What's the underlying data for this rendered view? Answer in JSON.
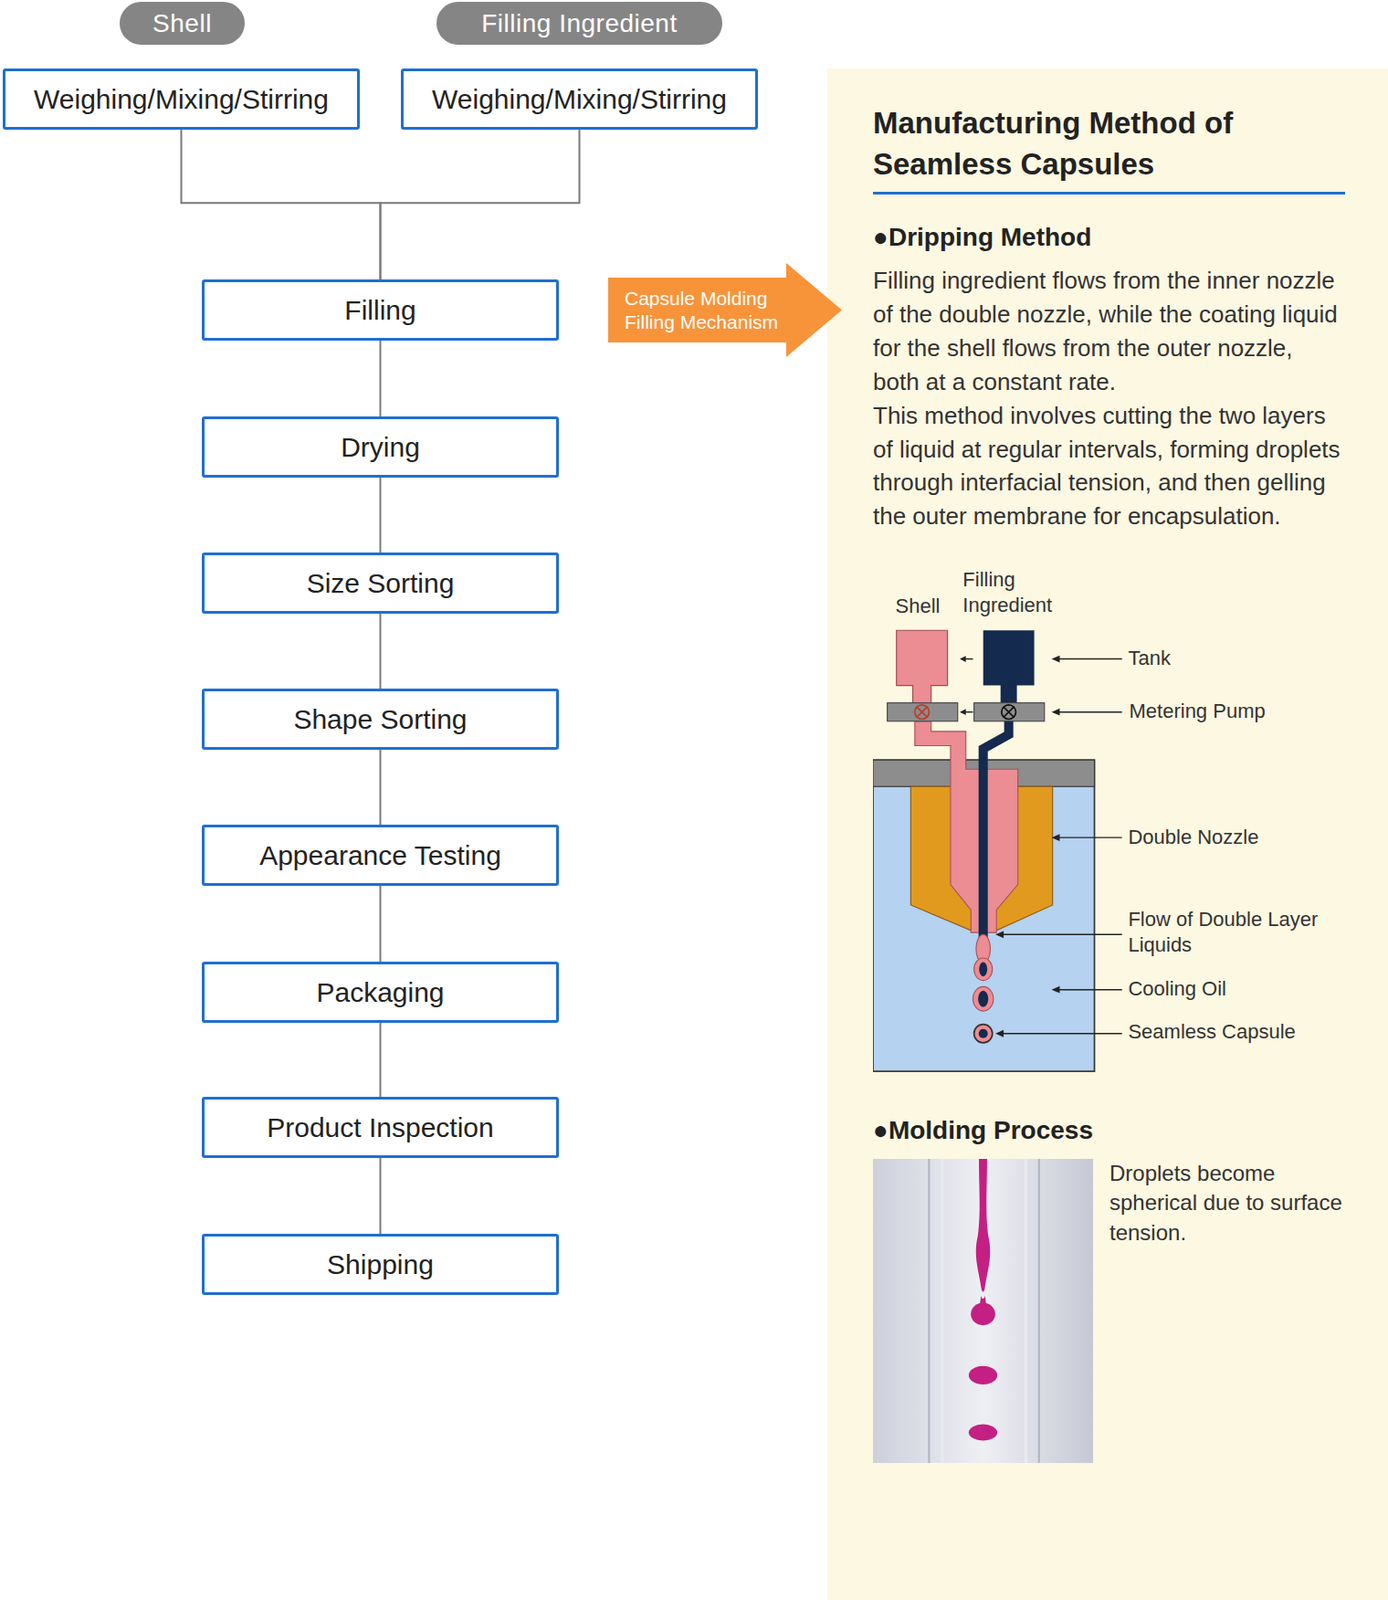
{
  "diagram": {
    "nodes": [
      {
        "text": [
          "Shell"
        ]
      },
      {
        "text": [
          "Filling Ingredient"
        ]
      },
      {
        "text": [
          "Weighing/Mixing/Stirring"
        ]
      },
      {
        "text": [
          "Weighing/Mixing/Stirring"
        ]
      },
      {
        "text": [
          "Filling"
        ]
      },
      {
        "text": [
          "Drying"
        ]
      },
      {
        "text": [
          "Size Sorting"
        ]
      },
      {
        "text": [
          "Shape Sorting"
        ]
      },
      {
        "text": [
          "Appearance Testing"
        ]
      },
      {
        "text": [
          "Packaging"
        ]
      },
      {
        "text": [
          "Product Inspection"
        ]
      },
      {
        "text": [
          "Shipping"
        ]
      },
      {
        "text": [
          "Capsule Molding Filling Mechanism"
        ]
      },
      {
        "text": [
          "Manufacturing Method of Seamless Capsules",
          "●Dripping Method",
          "Filling ingredient flows from the inner nozzle of the double nozzle, while the coating liquid for the shell flows from the outer nozzle, both at a constant rate.",
          "This method involves cutting the two layers of liquid at regular intervals, forming droplets through interfacial tension, and then gelling the outer membrane for encapsulation.",
          "●Molding Process",
          "Droplets become spherical due to surface tension."
        ]
      }
    ],
    "edges": [
      {
        "from": 2,
        "to": 4,
        "arrow": "none"
      },
      {
        "from": 3,
        "to": 4,
        "arrow": "none"
      },
      {
        "from": 4,
        "to": 5,
        "arrow": "none"
      },
      {
        "from": 5,
        "to": 6,
        "arrow": "none"
      },
      {
        "from": 6,
        "to": 7,
        "arrow": "none"
      },
      {
        "from": 7,
        "to": 8,
        "arrow": "none"
      },
      {
        "from": 8,
        "to": 9,
        "arrow": "none"
      },
      {
        "from": 9,
        "to": 10,
        "arrow": "none"
      },
      {
        "from": 10,
        "to": 11,
        "arrow": "none"
      }
    ],
    "labels": [
      "Shell",
      "Filling Ingredient",
      "Tank",
      "Metering Pump",
      "Double Nozzle",
      "Flow of Double Layer Liquids",
      "Cooling Oil",
      "Seamless Capsule"
    ]
  }
}
